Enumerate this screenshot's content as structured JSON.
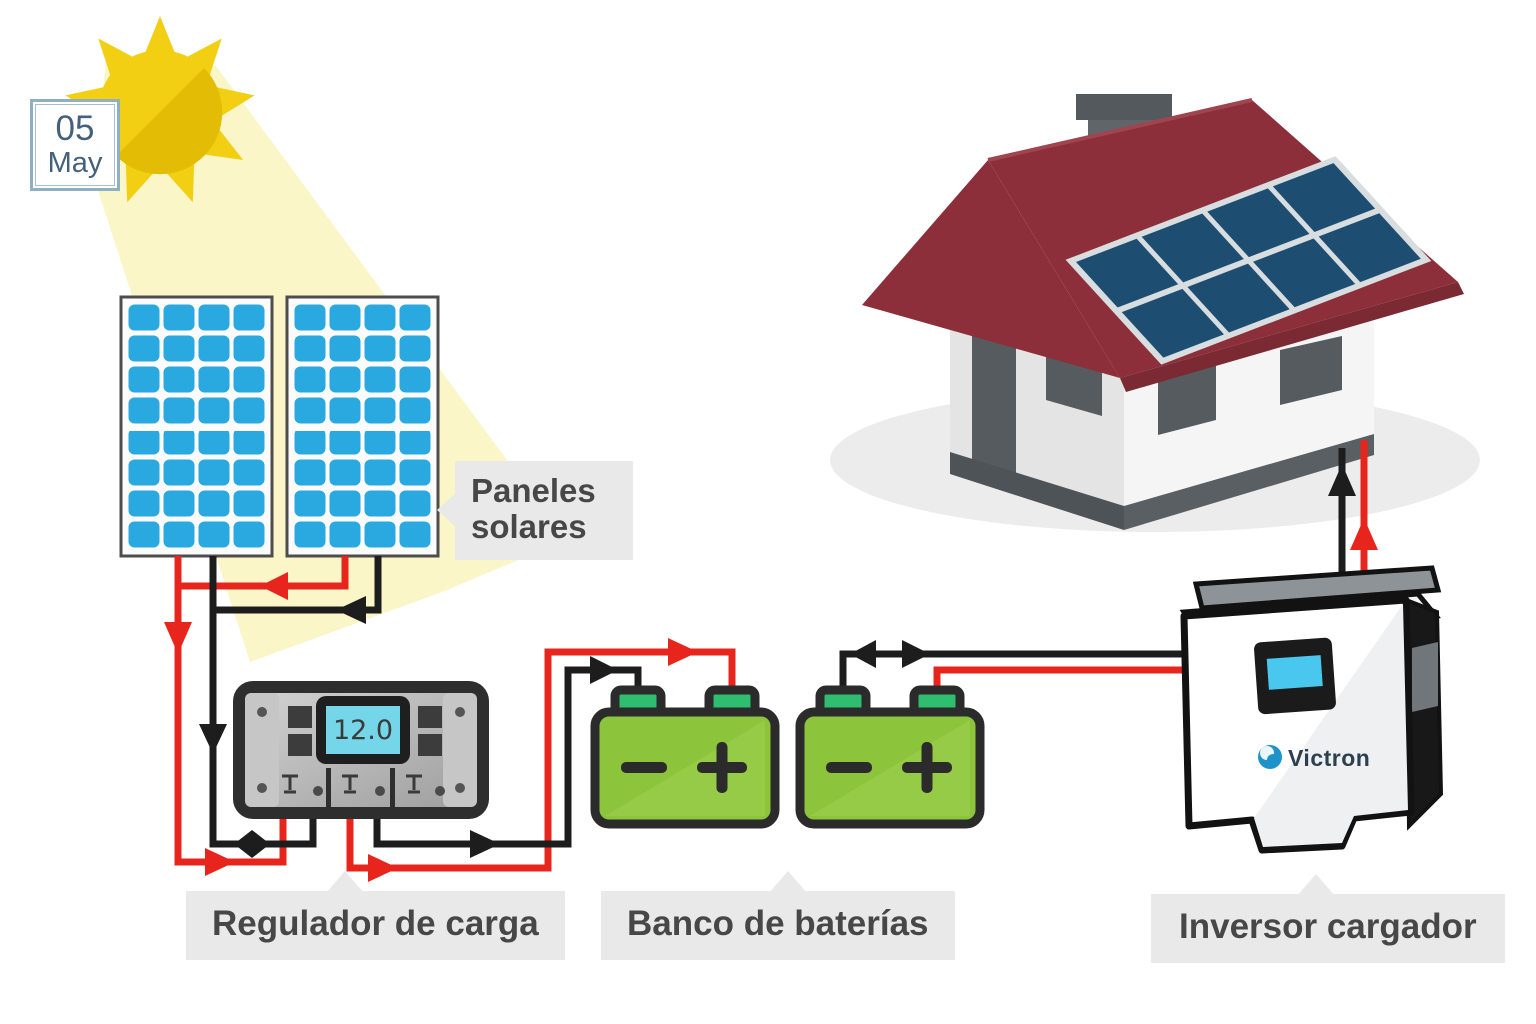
{
  "date_badge": {
    "day": "05",
    "month": "May"
  },
  "callouts": {
    "solar_panels": {
      "line1": "Paneles",
      "line2": "solares"
    },
    "charge_regulator": "Regulador de carga",
    "battery_bank": "Banco de baterías",
    "inverter_charger": "Inversor cargador"
  },
  "charge_regulator": {
    "display_value": "12.0"
  },
  "inverter": {
    "brand": "Victron"
  },
  "battery": {
    "negative_symbol": "−",
    "positive_symbol": "+"
  },
  "colors": {
    "wire_positive": "#e8251d",
    "wire_negative": "#1d1d1d",
    "panel_cell_blue": "#2aa9e0",
    "roof_panel_blue": "#1d4e72",
    "battery_body_green": "#8cc43c",
    "battery_terminal_green": "#2fbd70",
    "roof_maroon": "#8d2f3a",
    "sun_yellow": "#f2cf13",
    "beam_light_yellow": "#faf6c8",
    "lcd_cyan": "#74d6e8",
    "label_bg": "#e9e9e9",
    "label_text": "#474747",
    "badge_border_blue": "#8fb0c2"
  }
}
